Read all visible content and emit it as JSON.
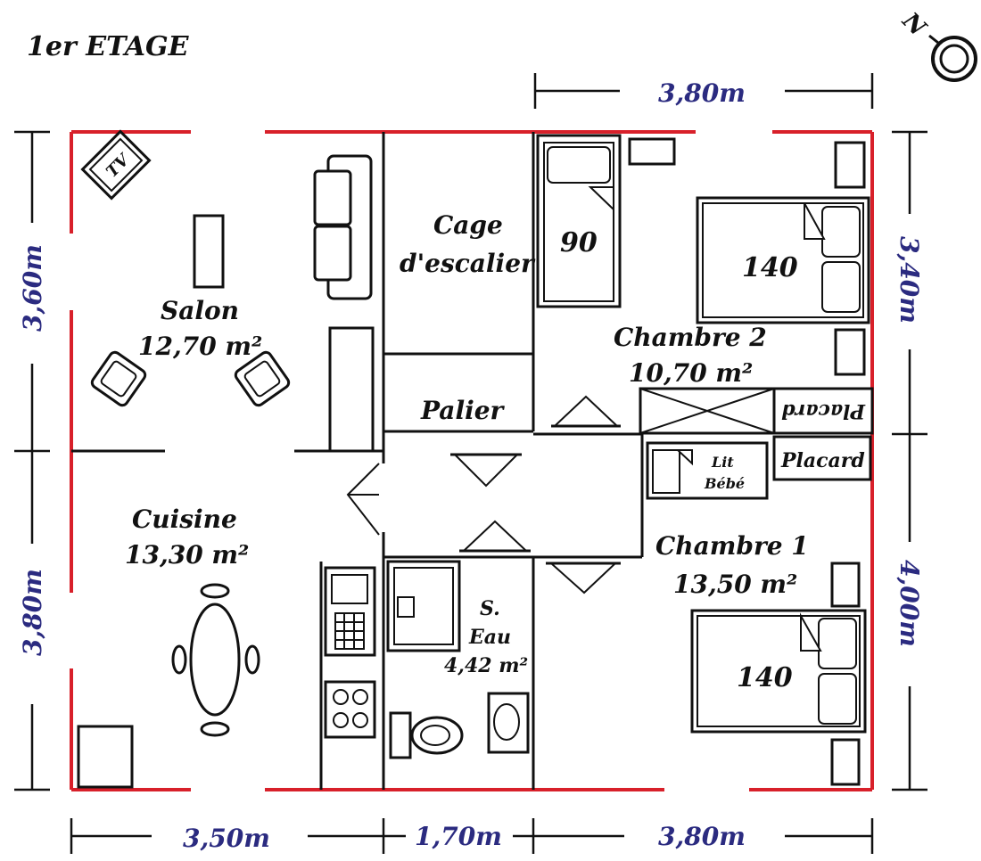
{
  "title": "1er ETAGE",
  "compass_letter": "N",
  "rooms": {
    "salon": {
      "name": "Salon",
      "area": "12,70 m²"
    },
    "cuisine": {
      "name": "Cuisine",
      "area": "13,30 m²"
    },
    "cage": {
      "line1": "Cage",
      "line2": "d'escalier"
    },
    "palier": {
      "name": "Palier"
    },
    "chambre2": {
      "name": "Chambre 2",
      "area": "10,70 m²"
    },
    "chambre1": {
      "name": "Chambre 1",
      "area": "13,50 m²"
    },
    "seau": {
      "line1": "S.",
      "line2": "Eau",
      "area": "4,42 m²"
    }
  },
  "furniture": {
    "tv": "TV",
    "bed_90": "90",
    "bed_140_top": "140",
    "bed_140_bottom": "140",
    "lit_bebe_line1": "Lit",
    "lit_bebe_line2": "Bébé",
    "placard_top": "Placard",
    "placard_bottom": "Placard"
  },
  "dimensions": {
    "top": "3,80m",
    "bottom_left": "3,50m",
    "bottom_mid": "1,70m",
    "bottom_right": "3,80m",
    "left_top": "3,60m",
    "left_bottom": "3,80m",
    "right_top": "3,40m",
    "right_bottom": "4,00m"
  },
  "colors": {
    "wall_outline": "#d8202a",
    "dimension_text": "#2b2b80"
  }
}
